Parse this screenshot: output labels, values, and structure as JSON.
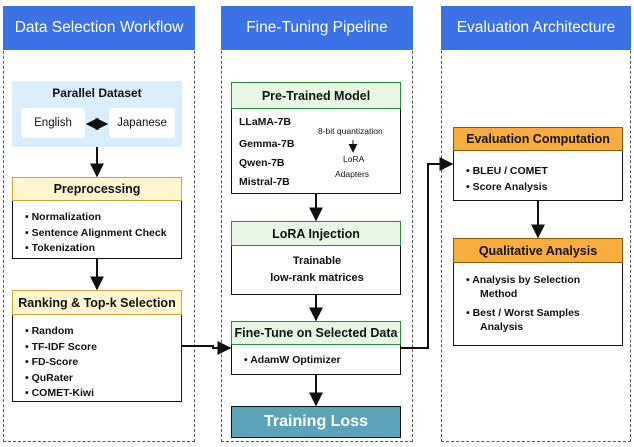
{
  "columns": {
    "data_selection": {
      "title": "Data Selection Workflow"
    },
    "fine_tuning": {
      "title": "Fine-Tuning Pipeline"
    },
    "evaluation": {
      "title": "Evaluation Architecture"
    }
  },
  "parallel_dataset": {
    "title": "Parallel Dataset",
    "source": "English",
    "target": "Japanese"
  },
  "preprocessing": {
    "title": "Preprocessing",
    "items": [
      "Normalization",
      "Sentence Alignment Check",
      "Tokenization"
    ]
  },
  "ranking": {
    "title": "Ranking & Top-k Selection",
    "items": [
      "Random",
      "TF-IDF Score",
      "FD-Score",
      "QuRater",
      "COMET-Kiwi"
    ]
  },
  "pretrained": {
    "title": "Pre-Trained Model",
    "models": [
      "LLaMA-7B",
      "Gemma-7B",
      "Qwen-7B",
      "Mistral-7B"
    ],
    "quant_label": "8-bit quantization",
    "lora_label": "LoRA",
    "adapters_label": "Adapters"
  },
  "lora_injection": {
    "title": "LoRA Injection",
    "line1": "Trainable",
    "line2": "low-rank matrices"
  },
  "finetune": {
    "title": "Fine-Tune on Selected Data",
    "items": [
      "AdamW Optimizer"
    ]
  },
  "training_loss": {
    "title": "Training Loss"
  },
  "eval_computation": {
    "title": "Evaluation Computation",
    "items": [
      "BLEU  / COMET",
      "Score Analysis"
    ]
  },
  "qualitative": {
    "title": "Qualitative Analysis",
    "item1_line1": "Analysis by Selection",
    "item1_line2": "Method",
    "item2_line1": "Best  / Worst Samples",
    "item2_line2": "Analysis"
  },
  "colors": {
    "header_blue": "#3b72e6",
    "green_fill": "#e7f7e3",
    "green_border": "#2a8a3a",
    "yellow_fill": "#fff5cf",
    "orange_fill": "#f8ad3c",
    "light_blue": "#dbeefe",
    "loss_fill": "#5aa3b8"
  }
}
